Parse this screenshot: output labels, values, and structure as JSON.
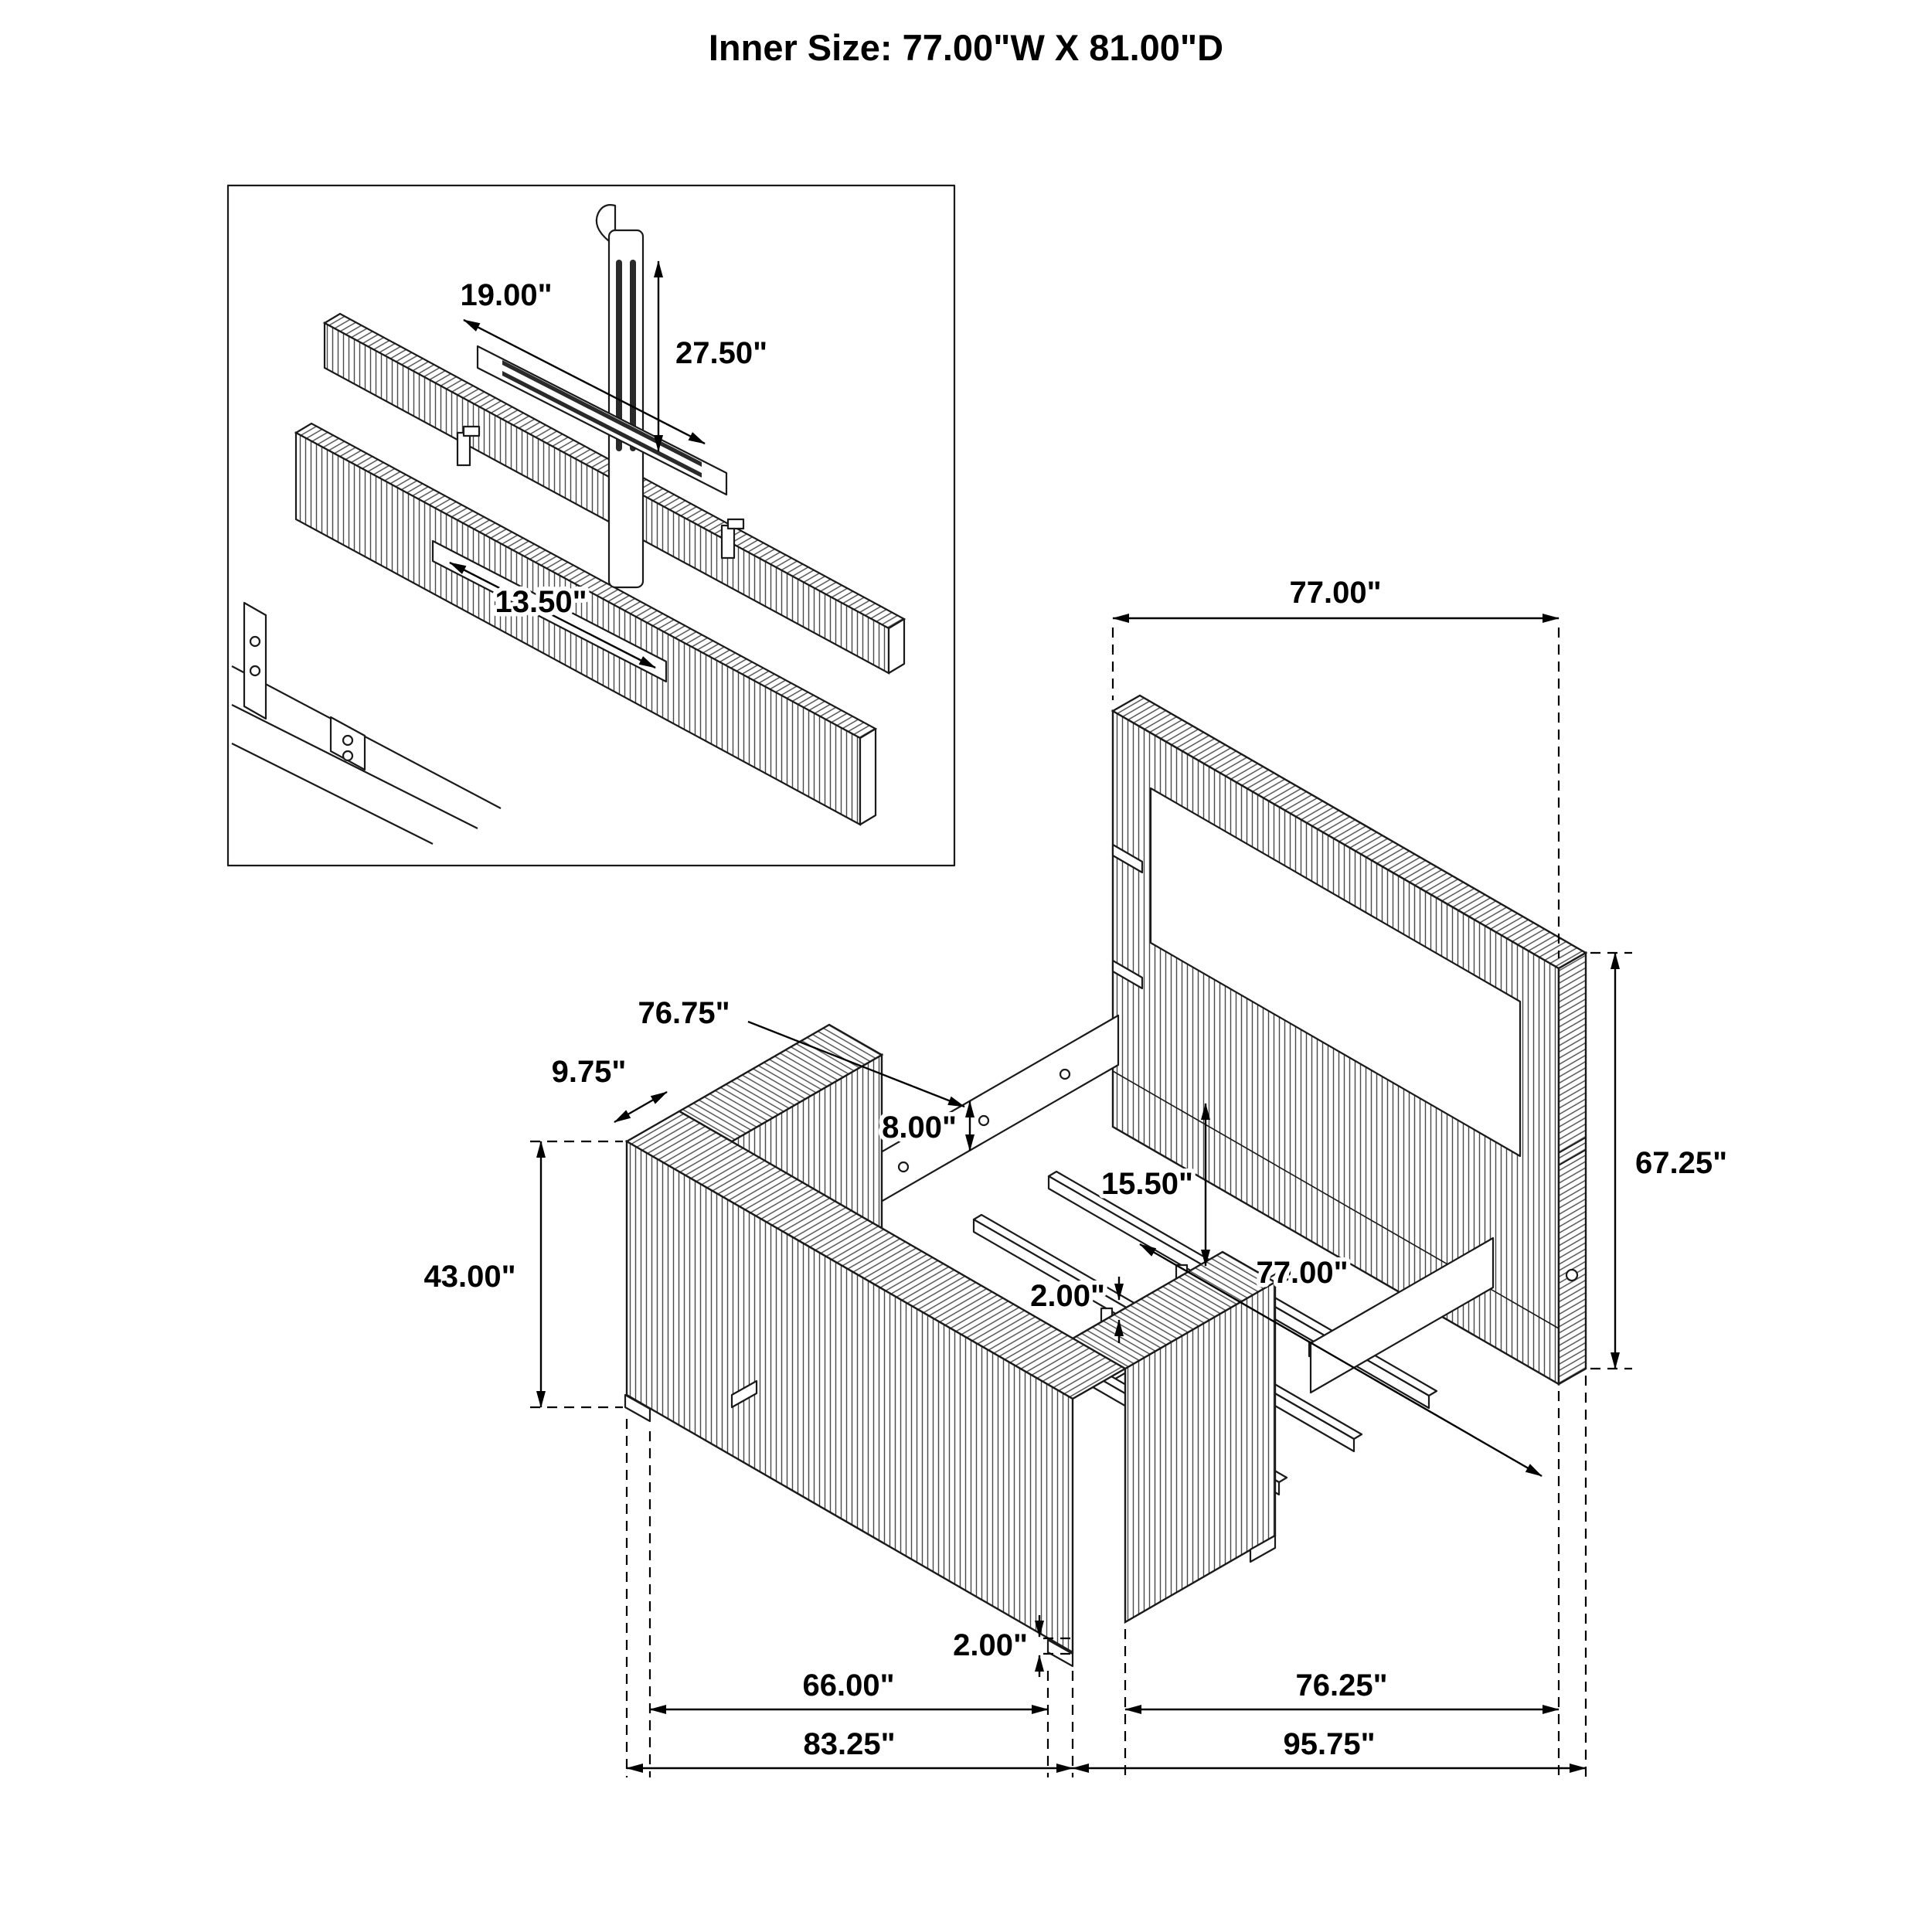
{
  "title": "Inner Size: 77.00\"W X 81.00\"D",
  "inset": {
    "bracket_width": "19.00\"",
    "bracket_height": "27.50\"",
    "bracket_offset": "13.50\""
  },
  "dims": {
    "headboard_width": "77.00\"",
    "headboard_height": "67.25\"",
    "rail_length": "76.75\"",
    "footboard_top_depth": "9.75\"",
    "footboard_height": "43.00\"",
    "under_clearance": "15.50\"",
    "rail_height": "8.00\"",
    "slat_thickness": "2.00\"",
    "inner_width": "77.00\"",
    "leg_height": "2.00\"",
    "inner_length": "66.00\"",
    "footboard_width": "83.25\"",
    "rail_span": "76.25\"",
    "overall_depth": "95.75\""
  }
}
